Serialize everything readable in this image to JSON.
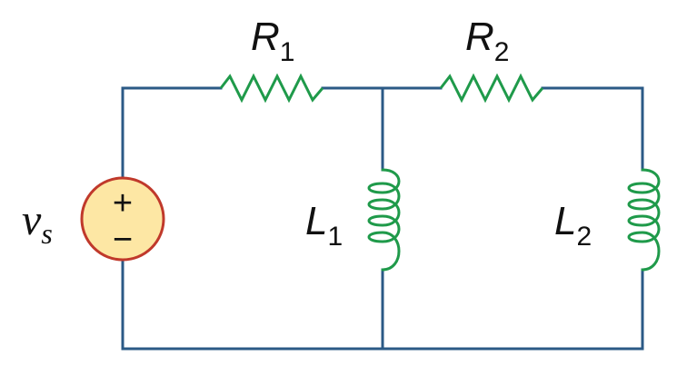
{
  "colors": {
    "wire": "#2b5a86",
    "resistor": "#1f9a4a",
    "inductor": "#1f9a4a",
    "source_fill": "#fde7a4",
    "source_stroke": "#c0392b",
    "text": "#111111"
  },
  "labels": {
    "r1": {
      "main": "R",
      "sub": "1"
    },
    "r2": {
      "main": "R",
      "sub": "2"
    },
    "l1": {
      "main": "L",
      "sub": "1"
    },
    "l2": {
      "main": "L",
      "sub": "2"
    },
    "vs": {
      "main": "v",
      "sub": "s"
    }
  },
  "source": {
    "plus": "+",
    "minus": "−"
  }
}
